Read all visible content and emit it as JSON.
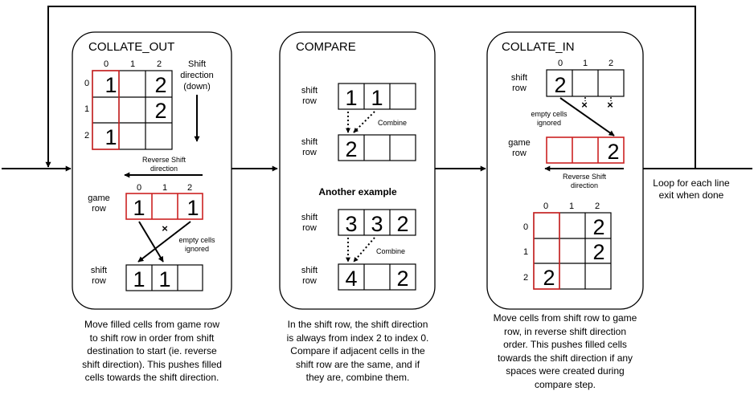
{
  "panels": {
    "collate_out": {
      "title": "COLLATE_OUT",
      "col_indices": [
        "0",
        "1",
        "2"
      ],
      "row_indices": [
        "0",
        "1",
        "2"
      ],
      "grid": [
        [
          "1",
          "",
          "2"
        ],
        [
          "",
          "",
          "2"
        ],
        [
          "1",
          "",
          ""
        ]
      ],
      "shift_direction_label": [
        "Shift",
        "direction",
        "(down)"
      ],
      "reverse_label": [
        "Reverse Shift",
        "direction"
      ],
      "game_row_label": [
        "game",
        "row"
      ],
      "game_row_indices": [
        "0",
        "1",
        "2"
      ],
      "game_row": [
        "1",
        "",
        "1"
      ],
      "empty_note": [
        "empty cells",
        "ignored"
      ],
      "cross": "×",
      "shift_row_label": [
        "shift",
        "row"
      ],
      "shift_row": [
        "1",
        "1",
        ""
      ],
      "caption": [
        "Move filled cells from game row",
        "to shift row in order from shift",
        "destination to start (ie. reverse",
        "shift direction). This pushes filled",
        "cells towards the shift direction."
      ]
    },
    "compare": {
      "title": "COMPARE",
      "ex1_label": [
        "shift",
        "row"
      ],
      "ex1_row": [
        "1",
        "1",
        ""
      ],
      "ex1_combine": "Combine",
      "ex1_result_label": [
        "shift",
        "row"
      ],
      "ex1_result": [
        "2",
        "",
        ""
      ],
      "another": "Another example",
      "ex2_label": [
        "shift",
        "row"
      ],
      "ex2_row": [
        "3",
        "3",
        "2"
      ],
      "ex2_combine": "Combine",
      "ex2_result_label": [
        "shift",
        "row"
      ],
      "ex2_result": [
        "4",
        "",
        "2"
      ],
      "caption": [
        "In the shift row, the shift direction",
        "is always from index 2 to index 0.",
        "Compare if adjacent cells in the",
        "shift row are the same, and if",
        "they are, combine them."
      ]
    },
    "collate_in": {
      "title": "COLLATE_IN",
      "col_indices": [
        "0",
        "1",
        "2"
      ],
      "shift_row_label": [
        "shift",
        "row"
      ],
      "shift_row": [
        "2",
        "",
        ""
      ],
      "cross": "×",
      "empty_note": [
        "empty cells",
        "ignored"
      ],
      "game_row_label": [
        "game",
        "row"
      ],
      "game_row": [
        "",
        "",
        "2"
      ],
      "reverse_label": [
        "Reverse Shift",
        "direction"
      ],
      "grid_col_indices": [
        "0",
        "1",
        "2"
      ],
      "grid_row_indices": [
        "0",
        "1",
        "2"
      ],
      "grid": [
        [
          "",
          "",
          "2"
        ],
        [
          "",
          "",
          "2"
        ],
        [
          "2",
          "",
          ""
        ]
      ],
      "caption": [
        "Move cells from shift row to game",
        "row, in reverse shift direction",
        "order. This pushes filled cells",
        "towards the shift direction if any",
        "spaces were created during",
        "compare step."
      ]
    }
  },
  "loop_label": [
    "Loop for each line",
    "exit when done"
  ],
  "colors": {
    "highlight": "#cc2222",
    "line": "#000000",
    "background": "#ffffff"
  }
}
